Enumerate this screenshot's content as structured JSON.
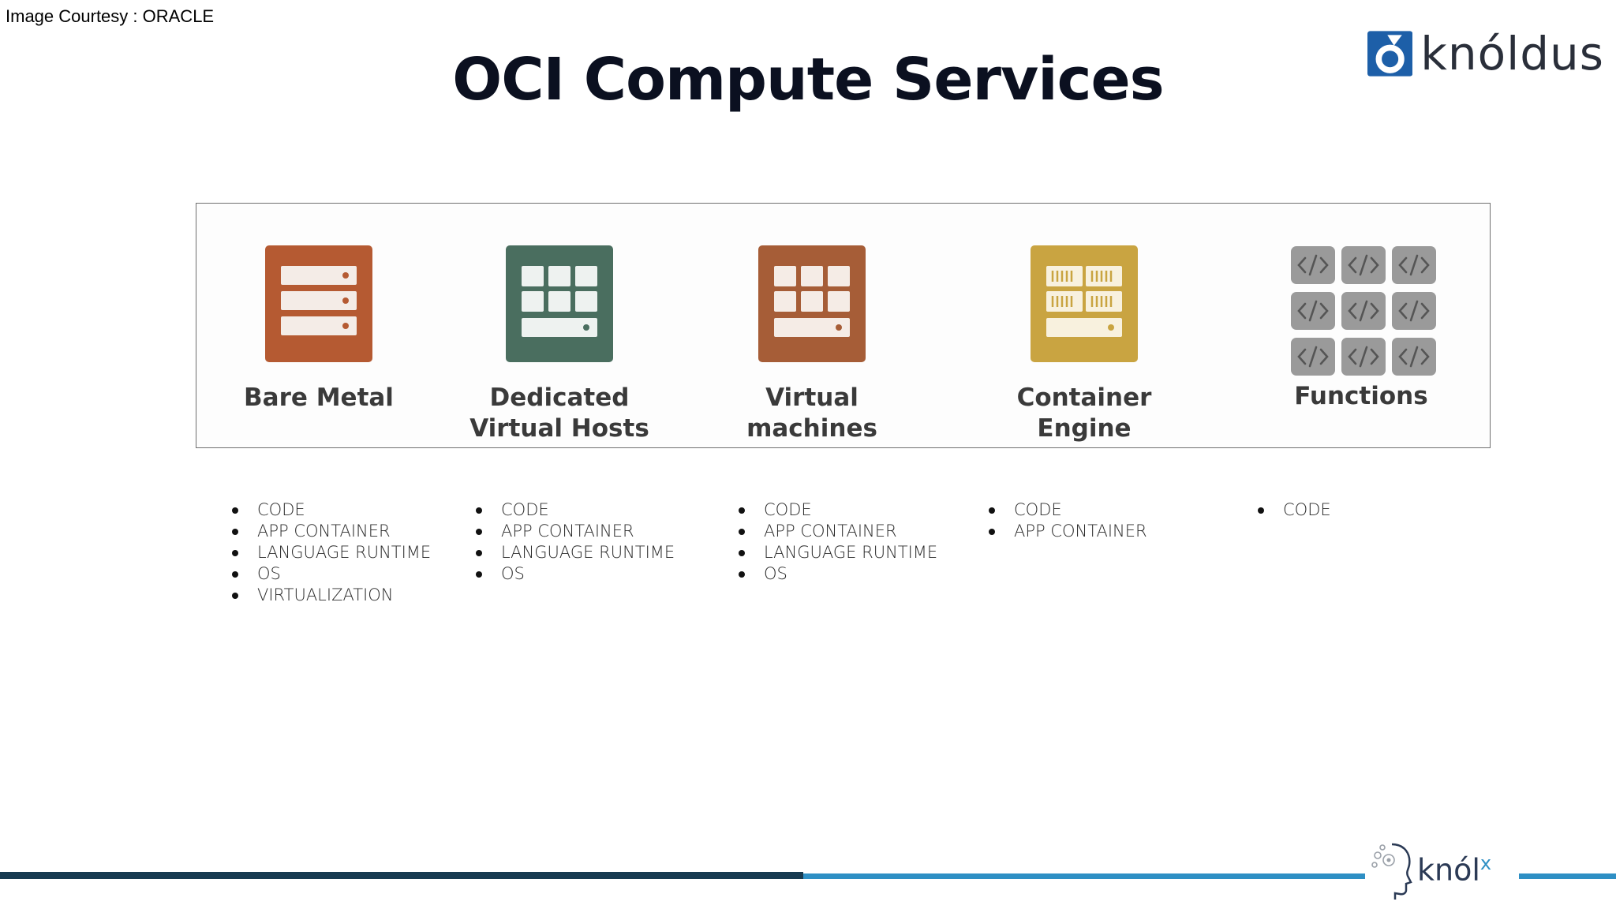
{
  "courtesy": "Image Courtesy : ORACLE",
  "title": "OCI Compute Services",
  "brand": {
    "name": "knóldus",
    "accent": "#1d5fa8"
  },
  "services": [
    {
      "label_lines": [
        "Bare Metal"
      ],
      "icon": "bare-metal-server-icon",
      "color": "#b55a32"
    },
    {
      "label_lines": [
        "Dedicated",
        "Virtual Hosts"
      ],
      "icon": "dedicated-hosts-icon",
      "color": "#4a6e5f"
    },
    {
      "label_lines": [
        "Virtual",
        "machines"
      ],
      "icon": "virtual-machines-icon",
      "color": "#a65d37"
    },
    {
      "label_lines": [
        "Container",
        "Engine"
      ],
      "icon": "container-engine-icon",
      "color": "#c9a441"
    },
    {
      "label_lines": [
        "Functions"
      ],
      "icon": "functions-code-icon",
      "color": "#9a9a9a"
    }
  ],
  "lists": [
    [
      "CODE",
      "APP CONTAINER",
      "LANGUAGE RUNTIME",
      "OS",
      "VIRTUALIZATION"
    ],
    [
      "CODE",
      "APP CONTAINER",
      "LANGUAGE RUNTIME",
      "OS"
    ],
    [
      "CODE",
      "APP CONTAINER",
      "LANGUAGE RUNTIME",
      "OS"
    ],
    [
      "CODE",
      "APP CONTAINER"
    ],
    [
      "CODE"
    ]
  ],
  "footer": {
    "logo_text": "knól",
    "logo_sup": "x",
    "bar_dark": "#173a50",
    "bar_light": "#2e8fc4"
  }
}
